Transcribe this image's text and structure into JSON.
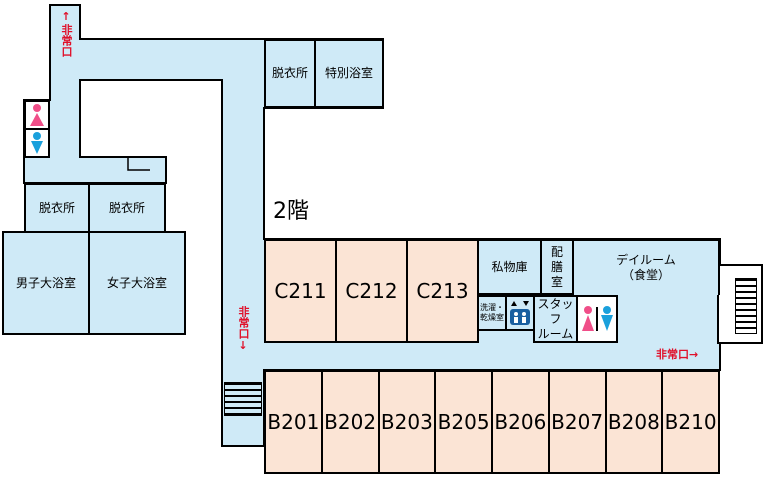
{
  "floor_label": "2階",
  "exits": {
    "top": {
      "arrow": "↑",
      "text": "非常口"
    },
    "middle": {
      "text": "非常口",
      "arrow": "↓"
    },
    "right": {
      "text": "非常口→"
    }
  },
  "rooms": {
    "dressing_top": "脱衣所",
    "special_bath": "特別浴室",
    "dressing_left_1": "脱衣所",
    "dressing_left_2": "脱衣所",
    "mens_bath": "男子大浴室",
    "womens_bath": "女子大浴室",
    "private_storage": "私物庫",
    "serving_room": "配膳室",
    "day_room_line1": "デイルーム",
    "day_room_line2": "（食堂）",
    "laundry_line1": "洗濯・",
    "laundry_line2": "乾燥室",
    "staff_room_line1": "スタッフ",
    "staff_room_line2": "ルーム"
  },
  "c_rooms": [
    "C211",
    "C212",
    "C213"
  ],
  "b_rooms": [
    "B201",
    "B202",
    "B203",
    "B205",
    "B206",
    "B207",
    "B208",
    "B210"
  ],
  "colors": {
    "corridor": "#cfeaf7",
    "resident_room": "#fbe4d5",
    "exit_text": "#e0102a",
    "female_icon": "#f04e88",
    "male_icon": "#1aa0dc"
  }
}
